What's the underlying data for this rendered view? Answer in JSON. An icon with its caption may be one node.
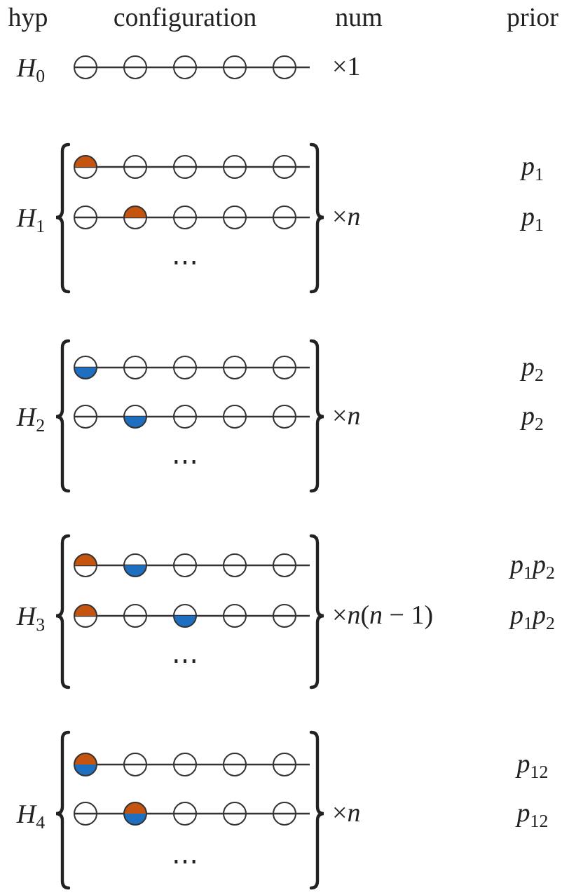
{
  "diagram": {
    "labels": [
      "hyp",
      "configuration",
      "num",
      "prior",
      "*H*$_{0}$",
      "×1",
      "*p*$_{1}$",
      "*H*$_{1}$",
      "×*n*",
      "*p*$_{1}$",
      "⋯",
      "*p*$_{2}$",
      "*H*$_{2}$",
      "×*n*",
      "*p*$_{2}$",
      "⋯",
      "*p*$_{1}$*p*$_{2}$",
      "*H*$_{3}$",
      "×*n*(*n* − 1)",
      "*p*$_{1}$*p*$_{2}$",
      "⋯",
      "*p*$_{12}$",
      "*H*$_{4}$",
      "×*n*",
      "*p*$_{12}$",
      "⋯"
    ]
  }
}
